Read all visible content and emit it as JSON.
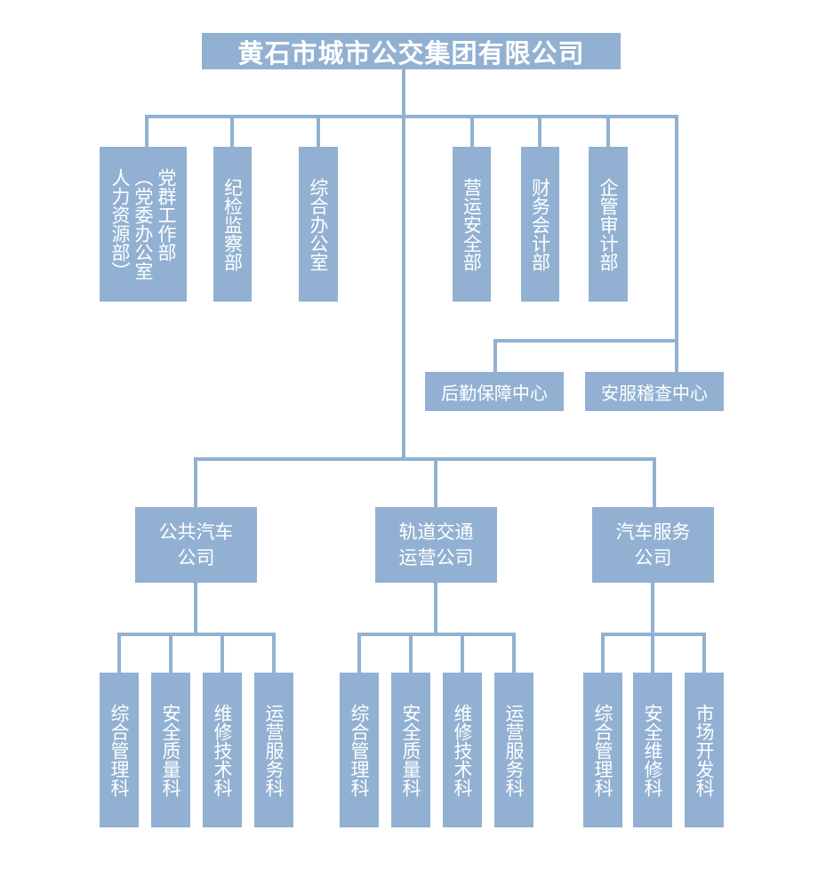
{
  "root": {
    "title": "黄石市城市公交集团有限公司"
  },
  "departments": [
    {
      "lines": [
        "党群工作部",
        "（党委办公室",
        "人力资源部）"
      ]
    },
    {
      "label": "纪检监察部"
    },
    {
      "label": "综合办公室"
    },
    {
      "label": "营运安全部"
    },
    {
      "label": "财务会计部"
    },
    {
      "label": "企管审计部"
    }
  ],
  "centers": [
    {
      "label": "后勤保障中心"
    },
    {
      "label": "安服稽查中心"
    }
  ],
  "companies": [
    {
      "line1": "公共汽车",
      "line2": "公司",
      "sections": [
        "综合管理科",
        "安全质量科",
        "维修技术科",
        "运营服务科"
      ]
    },
    {
      "line1": "轨道交通",
      "line2": "运营公司",
      "sections": [
        "综合管理科",
        "安全质量科",
        "维修技术科",
        "运营服务科"
      ]
    },
    {
      "line1": "汽车服务",
      "line2": "公司",
      "sections": [
        "综合管理科",
        "安全维修科",
        "市场开发科"
      ]
    }
  ],
  "colors": {
    "box": "#92b1d2",
    "line": "#92b1d2",
    "text": "#ffffff"
  }
}
